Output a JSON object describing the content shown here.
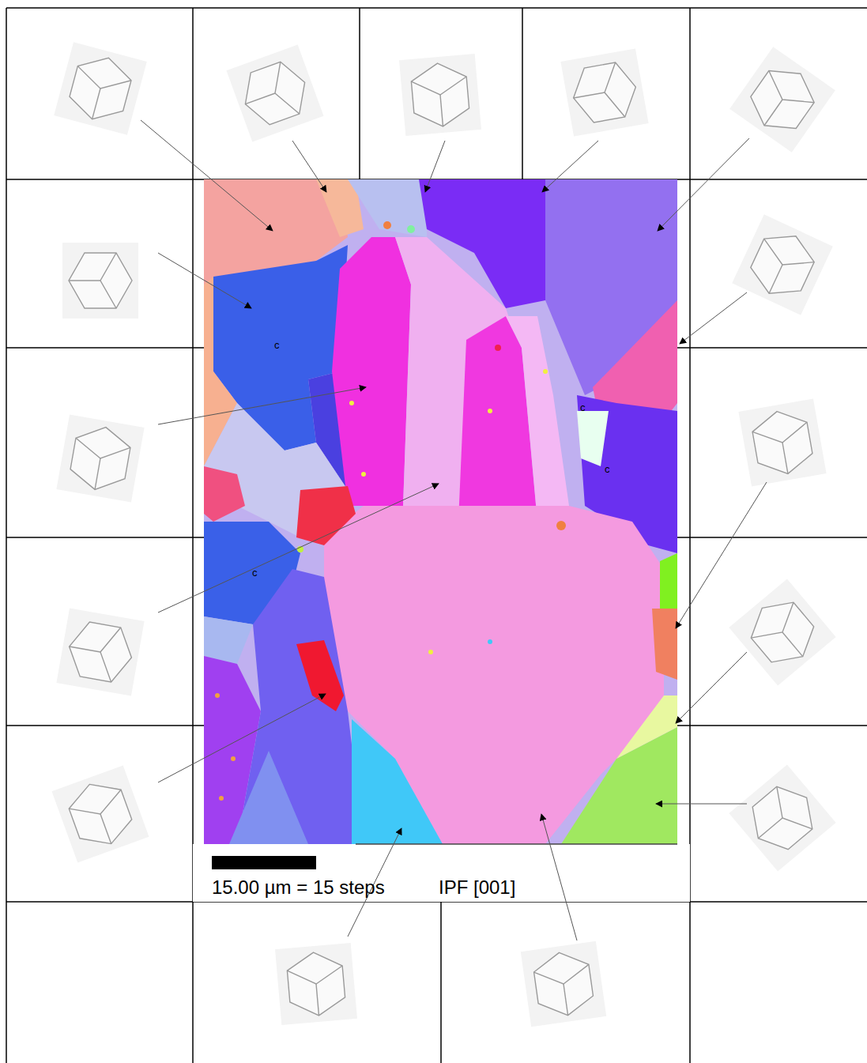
{
  "diagram": {
    "labels": [
      "c",
      "c",
      "c",
      "c",
      "15.00 µm = 15 steps",
      "IPF [001]"
    ]
  }
}
